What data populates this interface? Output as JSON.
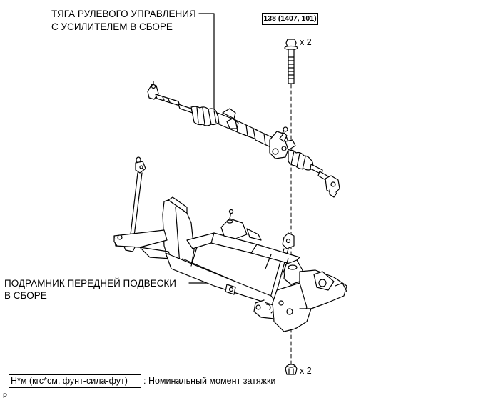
{
  "labels": {
    "steering_line1": "ТЯГА РУЛЕВОГО УПРАВЛЕНИЯ",
    "steering_line2": "С УСИЛИТЕЛЕМ В СБОРЕ",
    "frame_line1": "ПОДРАМНИК ПЕРЕДНЕЙ ПОДВЕСКИ",
    "frame_line2": "В СБОРЕ"
  },
  "torque": {
    "value": "138 (1407, 101)"
  },
  "quantities": {
    "bolt": "x 2",
    "nut": "x 2"
  },
  "legend": {
    "box_text": "Н*м (кгс*см, фунт-сила-фут)",
    "separator_text": ": Номинальный момент затяжки"
  },
  "corner_mark": "P"
}
